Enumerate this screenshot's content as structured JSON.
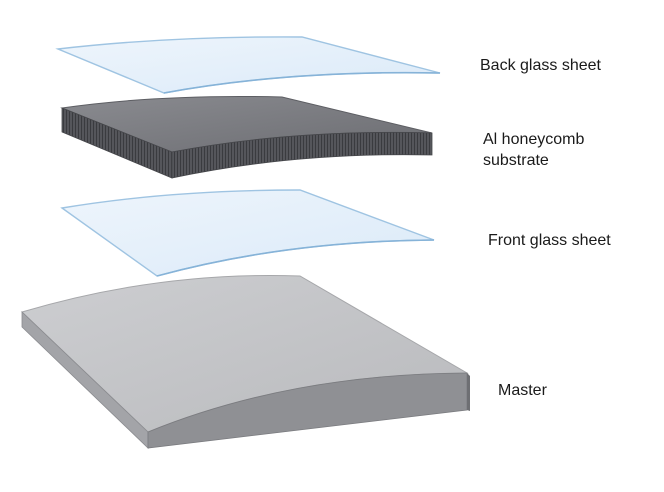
{
  "diagram": {
    "layers": [
      {
        "id": "back-glass",
        "label_lines": [
          "Back glass sheet"
        ]
      },
      {
        "id": "al-honeycomb",
        "label_lines": [
          "Al honeycomb",
          "substrate"
        ]
      },
      {
        "id": "front-glass",
        "label_lines": [
          "Front glass sheet"
        ]
      },
      {
        "id": "master",
        "label_lines": [
          "Master"
        ]
      }
    ],
    "colors": {
      "glass_fill": "#e4f0fb",
      "glass_edge": "#9fc4e2",
      "honeycomb_top": "#7e7f84",
      "honeycomb_side": "#4e4f54",
      "master_top": "#c5c6c9",
      "master_front": "#8f9094",
      "master_right": "#6e6f73"
    }
  }
}
